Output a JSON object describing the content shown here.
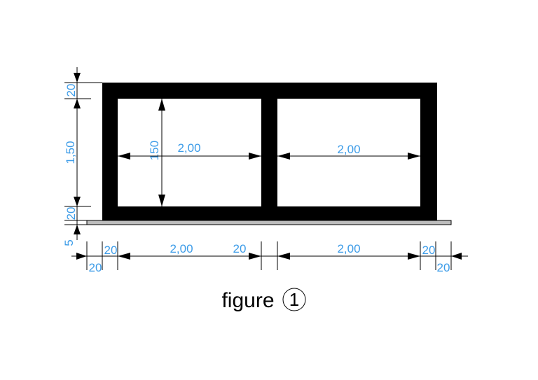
{
  "colors": {
    "structure": "#000000",
    "dimension_text": "#3d9ce8",
    "base_slab": "#bdbdbd"
  },
  "dimensions": {
    "top_slab": "20",
    "wall_height": "1,50",
    "bottom_slab": "20",
    "base_layer": "5",
    "inner_height": "150",
    "cell_left_width": "2,00",
    "cell_right_width": "2,00",
    "bottom_cell_left": "2,00",
    "bottom_cell_right": "2,00",
    "outer_left_offset": "20",
    "left_wall": "20",
    "middle_wall": "20",
    "right_wall": "20",
    "outer_right_offset": "20"
  },
  "caption": {
    "text": "figure",
    "number": "1"
  }
}
